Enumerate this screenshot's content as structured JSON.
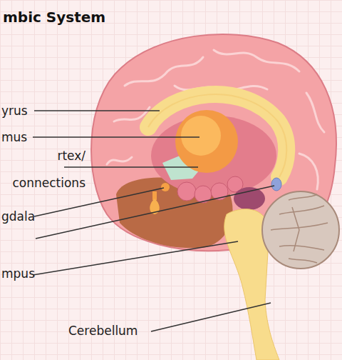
{
  "diagram": {
    "title": "mbic System",
    "labels": [
      "yrus",
      "mus",
      "rtex/ connections",
      "gdala",
      "mpus",
      "Cerebellum"
    ]
  }
}
